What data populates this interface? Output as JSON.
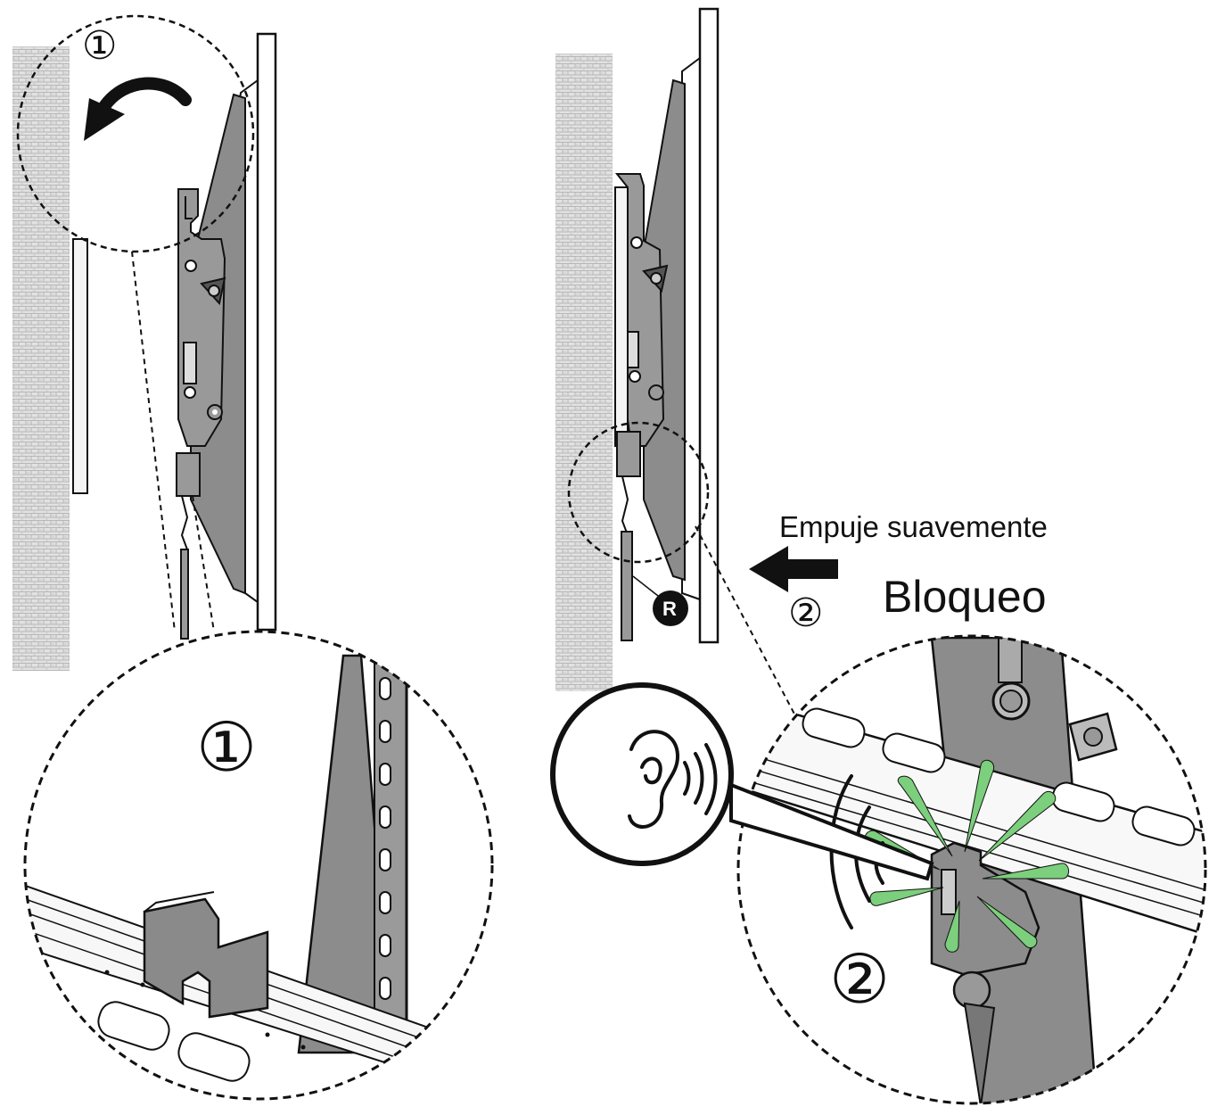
{
  "steps": {
    "step1_marker": "①",
    "step2_marker": "②"
  },
  "labels": {
    "push_gently": "Empuje suavemente",
    "lock": "Bloqueo",
    "part_r": "R"
  },
  "colors": {
    "line": "#111111",
    "steel": "#8c8c8c",
    "steel_dark": "#6a6a6a",
    "wall": "#d9d9d9",
    "click_burst": "#7ccf7c"
  },
  "icons": {
    "rotate_arrow": "rotate-left-arrow-icon",
    "push_arrow": "arrow-left-icon",
    "hearing": "ear-sound-icon",
    "click_burst": "click-burst-icon"
  }
}
